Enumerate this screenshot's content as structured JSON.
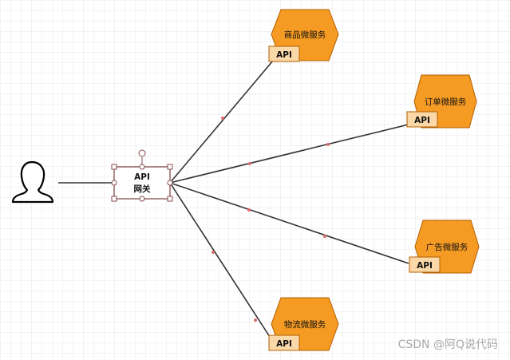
{
  "gateway": {
    "line1": "API",
    "line2": "网关"
  },
  "user_icon": "person-outline-icon",
  "services": [
    {
      "name": "商品微服务",
      "api_label": "API"
    },
    {
      "name": "订单微服务",
      "api_label": "API"
    },
    {
      "name": "广告微服务",
      "api_label": "API"
    },
    {
      "name": "物流微服务",
      "api_label": "API"
    }
  ],
  "watermark": "CSDN @阿Q说代码",
  "colors": {
    "hexagon_fill": "#f59a23",
    "hexagon_stroke": "#b35f00",
    "api_tab_fill": "#fbd8a8",
    "api_tab_stroke": "#b35f00",
    "connector": "#333333",
    "connector_dot": "#e06b6b",
    "gateway_border": "#7a3f3f",
    "grid": "#e7e7e7"
  }
}
